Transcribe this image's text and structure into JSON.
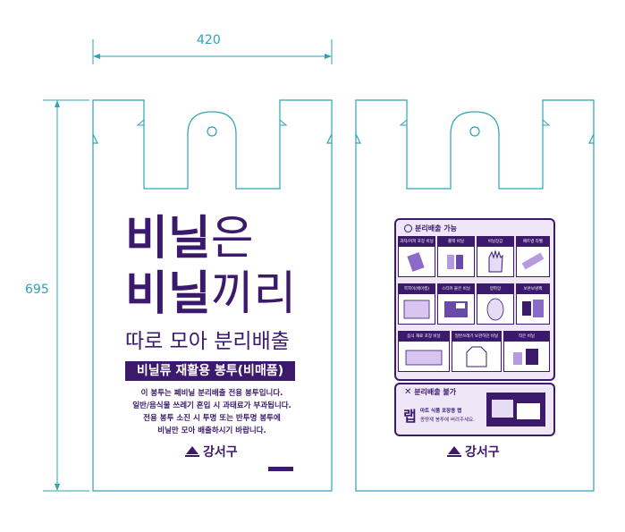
{
  "dimensions": {
    "width_label": "420",
    "height_label": "695"
  },
  "front": {
    "title_line1_bold": "비닐",
    "title_line1_light": "은",
    "title_line2_bold": "비닐",
    "title_line2_light": "끼리",
    "subtitle": "따로 모아 분리배출",
    "band": "비닐류 재활용 봉투(비매품)",
    "body": [
      "이 봉투는 폐비닐 분리배출 전용 봉투입니다.",
      "일반/음식물 쓰레기 혼입 시 과태료가 부과됩니다.",
      "전용 봉투 소진 시 투명 또는 반투명 봉투에",
      "비닐만 모아 배출하시기 바랍니다."
    ],
    "logo_text": "강서구"
  },
  "back": {
    "allowed_title": "분리배출 가능",
    "allowed_items": [
      "과자/커피 포장 비닐",
      "뽁뽁이(에어캡)",
      "음식 재료 포장 비닐",
      "롤백 비닐",
      "스티커 붙은 비닐",
      "일반쓰레기 보관하던 비닐",
      "비닐장갑",
      "양파망",
      "작은 비닐",
      "페트병 라벨",
      "보온보냉팩"
    ],
    "disallowed_title": "분리배출 불가",
    "disallowed_big": "랩",
    "disallowed_line1": "마트 식품 포장용 랩",
    "disallowed_line2": "종량제 봉투에 버려주세요.",
    "logo_text": "강서구"
  },
  "colors": {
    "purple": "#3b1a6b",
    "guide": "#2ba3b8",
    "panel_bg": "#efe6f8"
  }
}
